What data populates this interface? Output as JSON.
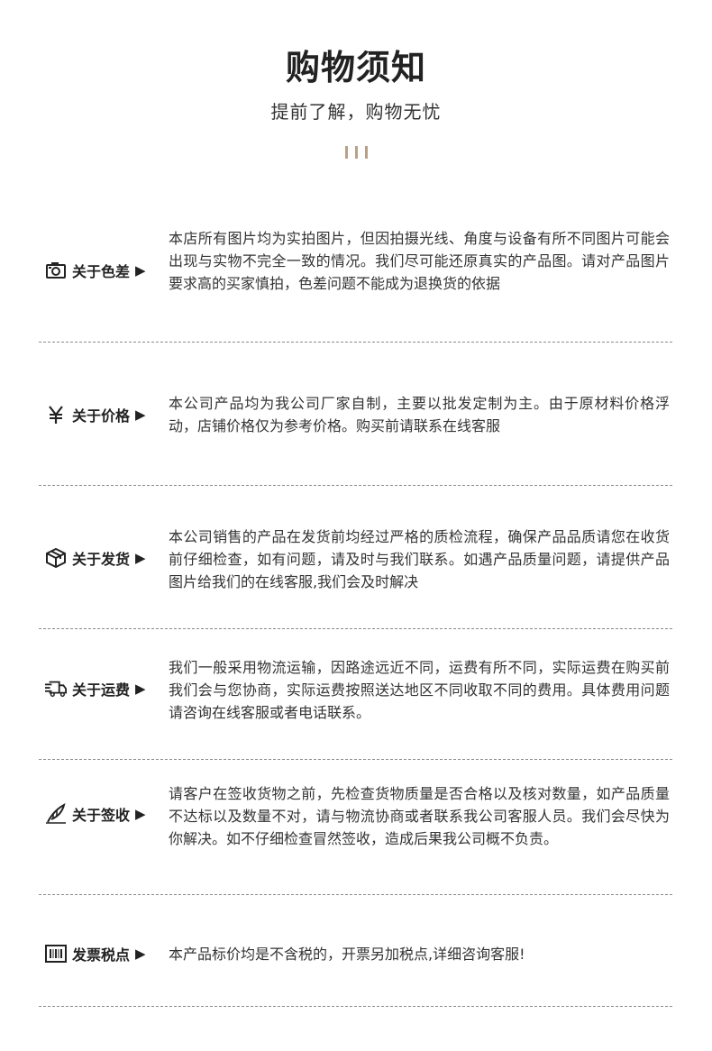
{
  "header": {
    "title": "购物须知",
    "subtitle": "提前了解，购物无忧"
  },
  "sections": [
    {
      "icon": "camera-icon",
      "label": "关于色差",
      "arrow": "▶",
      "text": "本店所有图片均为实拍图片，但因拍摄光线、角度与设备有所不同图片可能会出现与实物不完全一致的情况。我们尽可能还原真实的产品图。请对产品图片要求高的买家慎拍，色差问题不能成为退换货的依据"
    },
    {
      "icon": "yen-icon",
      "label": "关于价格",
      "arrow": "▶",
      "text": "本公司产品均为我公司厂家自制，主要以批发定制为主。由于原材料价格浮动，店铺价格仅为参考价格。购买前请联系在线客服"
    },
    {
      "icon": "package-icon",
      "label": "关于发货",
      "arrow": "▶",
      "text": "本公司销售的产品在发货前均经过严格的质检流程，确保产品品质请您在收货前仔细检查，如有问题，请及时与我们联系。如遇产品质量问题，请提供产品图片给我们的在线客服,我们会及时解决"
    },
    {
      "icon": "delivery-truck-icon",
      "label": "关于运费",
      "arrow": "▶",
      "text": "我们一般采用物流运输，因路途远近不同，运费有所不同，实际运费在购买前我们会与您协商，实际运费按照送达地区不同收取不同的费用。具体费用问题请咨询在线客服或者电话联系。"
    },
    {
      "icon": "quill-pen-icon",
      "label": "关于签收",
      "arrow": "▶",
      "text": "请客户在签收货物之前，先检查货物质量是否合格以及核对数量，如产品质量不达标以及数量不对，请与物流协商或者联系我公司客服人员。我们会尽快为你解决。如不仔细检查冒然签收，造成后果我公司概不负责。"
    },
    {
      "icon": "barcode-icon",
      "label": "发票税点",
      "arrow": "▶",
      "text": "本产品标价均是不含税的，开票另加税点,详细咨询客服!"
    }
  ]
}
